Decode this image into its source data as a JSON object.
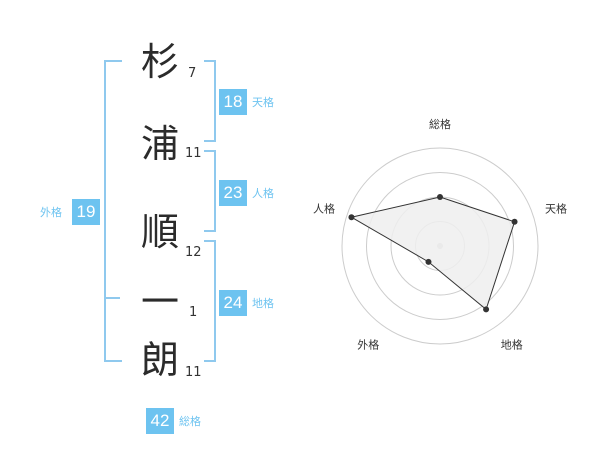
{
  "name": {
    "chars": [
      {
        "char": "杉",
        "strokes": "7"
      },
      {
        "char": "浦",
        "strokes": "11"
      },
      {
        "char": "順",
        "strokes": "12"
      },
      {
        "char": "一",
        "strokes": "1"
      },
      {
        "char": "朗",
        "strokes": "11"
      }
    ]
  },
  "kaku": {
    "tenkaku": {
      "value": "18",
      "label": "天格"
    },
    "jinkaku": {
      "value": "23",
      "label": "人格"
    },
    "chikaku": {
      "value": "24",
      "label": "地格"
    },
    "gaikaku": {
      "value": "19",
      "label": "外格"
    },
    "soukaku": {
      "value": "42",
      "label": "総格"
    }
  },
  "chart_data": {
    "type": "radar",
    "axes": [
      "総格",
      "天格",
      "地格",
      "外格",
      "人格"
    ],
    "values": [
      0.5,
      0.8,
      0.8,
      0.2,
      0.95
    ],
    "max": 1,
    "rings": 4,
    "colors": {
      "fill": "#eeeeee",
      "line": "#333333",
      "ring": "#cccccc",
      "accent": "#6dc3f0"
    }
  }
}
